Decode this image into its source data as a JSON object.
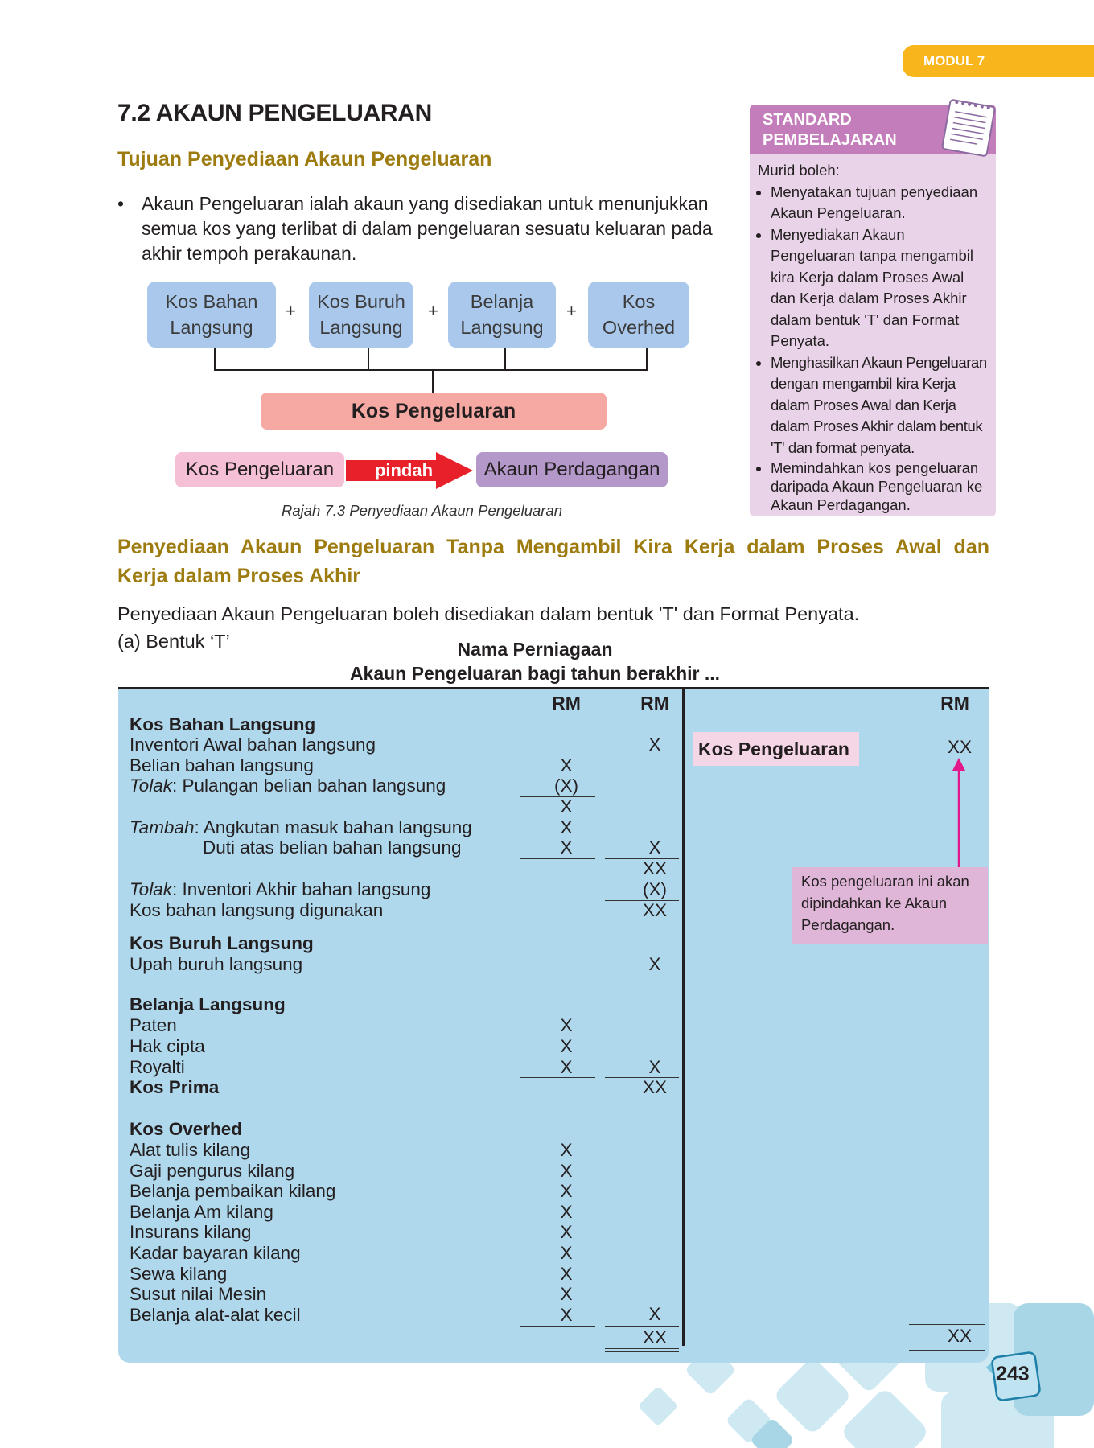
{
  "module_tab": "MODUL 7",
  "section_title": "7.2  AKAUN PENGELUARAN",
  "subheading1": "Tujuan Penyediaan Akaun Pengeluaran",
  "bullet1": {
    "line1": "Akaun Pengeluaran ialah akaun yang disediakan untuk menunjukkan",
    "line2": "semua kos yang terlibat di dalam pengeluaran sesuatu keluaran pada",
    "line3": "akhir tempoh perakaunan."
  },
  "standard": {
    "head_line1": "STANDARD",
    "head_line2": "PEMBELAJARAN",
    "intro": "Murid boleh:",
    "items": [
      "Menyatakan tujuan penyediaan Akaun Pengeluaran.",
      "Menyediakan Akaun Pengeluaran tanpa mengambil kira Kerja dalam Proses Awal dan Kerja dalam Proses Akhir dalam bentuk 'T' dan Format Penyata.",
      "Menghasilkan Akaun Pengeluaran dengan mengambil kira Kerja dalam Proses Awal dan Kerja dalam Proses Akhir dalam bentuk 'T' dan format penyata.",
      "Memindahkan kos pengeluaran daripada Akaun Pengeluaran ke Akaun Perdagangan."
    ]
  },
  "diagram": {
    "boxes": [
      {
        "l1": "Kos Bahan",
        "l2": "Langsung"
      },
      {
        "l1": "Kos Buruh",
        "l2": "Langsung"
      },
      {
        "l1": "Belanja",
        "l2": "Langsung"
      },
      {
        "l1": "Kos",
        "l2": "Overhed"
      }
    ],
    "plus": "+",
    "total": "Kos Pengeluaran",
    "from": "Kos Pengeluaran",
    "arrow": "pindah",
    "to": "Akaun Perdagangan",
    "caption": "Rajah 7.3 Penyediaan Akaun Pengeluaran"
  },
  "subheading2": {
    "line1": "Penyediaan Akaun Pengeluaran Tanpa Mengambil Kira Kerja dalam Proses Awal dan",
    "line2": "Kerja dalam Proses Akhir"
  },
  "intro_text": "Penyediaan Akaun Pengeluaran boleh disediakan dalam bentuk 'T' dan Format Penyata.",
  "form_label": "(a) Bentuk ‘T’",
  "account": {
    "title1": "Nama Perniagaan",
    "title2": "Akaun Pengeluaran bagi tahun berakhir ...",
    "rm": "RM",
    "sections": {
      "bahan": "Kos Bahan Langsung",
      "buruh": "Kos Buruh Langsung",
      "belanja": "Belanja Langsung",
      "prima": "Kos Prima",
      "overhed": "Kos Overhed"
    },
    "lines": {
      "inv_awal": "Inventori Awal bahan langsung",
      "belian": "Belian bahan langsung",
      "tolak_label": "Tolak",
      "pulangan": ": Pulangan belian bahan langsung",
      "tambah_label": "Tambah",
      "angkutan": ": Angkutan masuk bahan langsung",
      "duti": "Duti atas belian bahan langsung",
      "inv_akhir": ": Inventori Akhir bahan langsung",
      "digunakan": "Kos bahan langsung digunakan",
      "upah": "Upah buruh langsung",
      "paten": "Paten",
      "hakcipta": "Hak cipta",
      "royalti": "Royalti",
      "overhed_items": [
        "Alat tulis kilang",
        "Gaji pengurus kilang",
        "Belanja pembaikan kilang",
        "Belanja Am kilang",
        "Insurans kilang",
        "Kadar bayaran kilang",
        "Sewa kilang",
        "Susut nilai Mesin",
        "Belanja alat-alat kecil"
      ]
    },
    "marks": {
      "x": "X",
      "neg": "(X)",
      "xx": "XX"
    },
    "credit_label": "Kos Pengeluaran",
    "note": {
      "l1": "Kos pengeluaran ini akan",
      "l2": "dipindahkan ke Akaun",
      "l3": "Perdagangan."
    }
  },
  "page_number": "243"
}
